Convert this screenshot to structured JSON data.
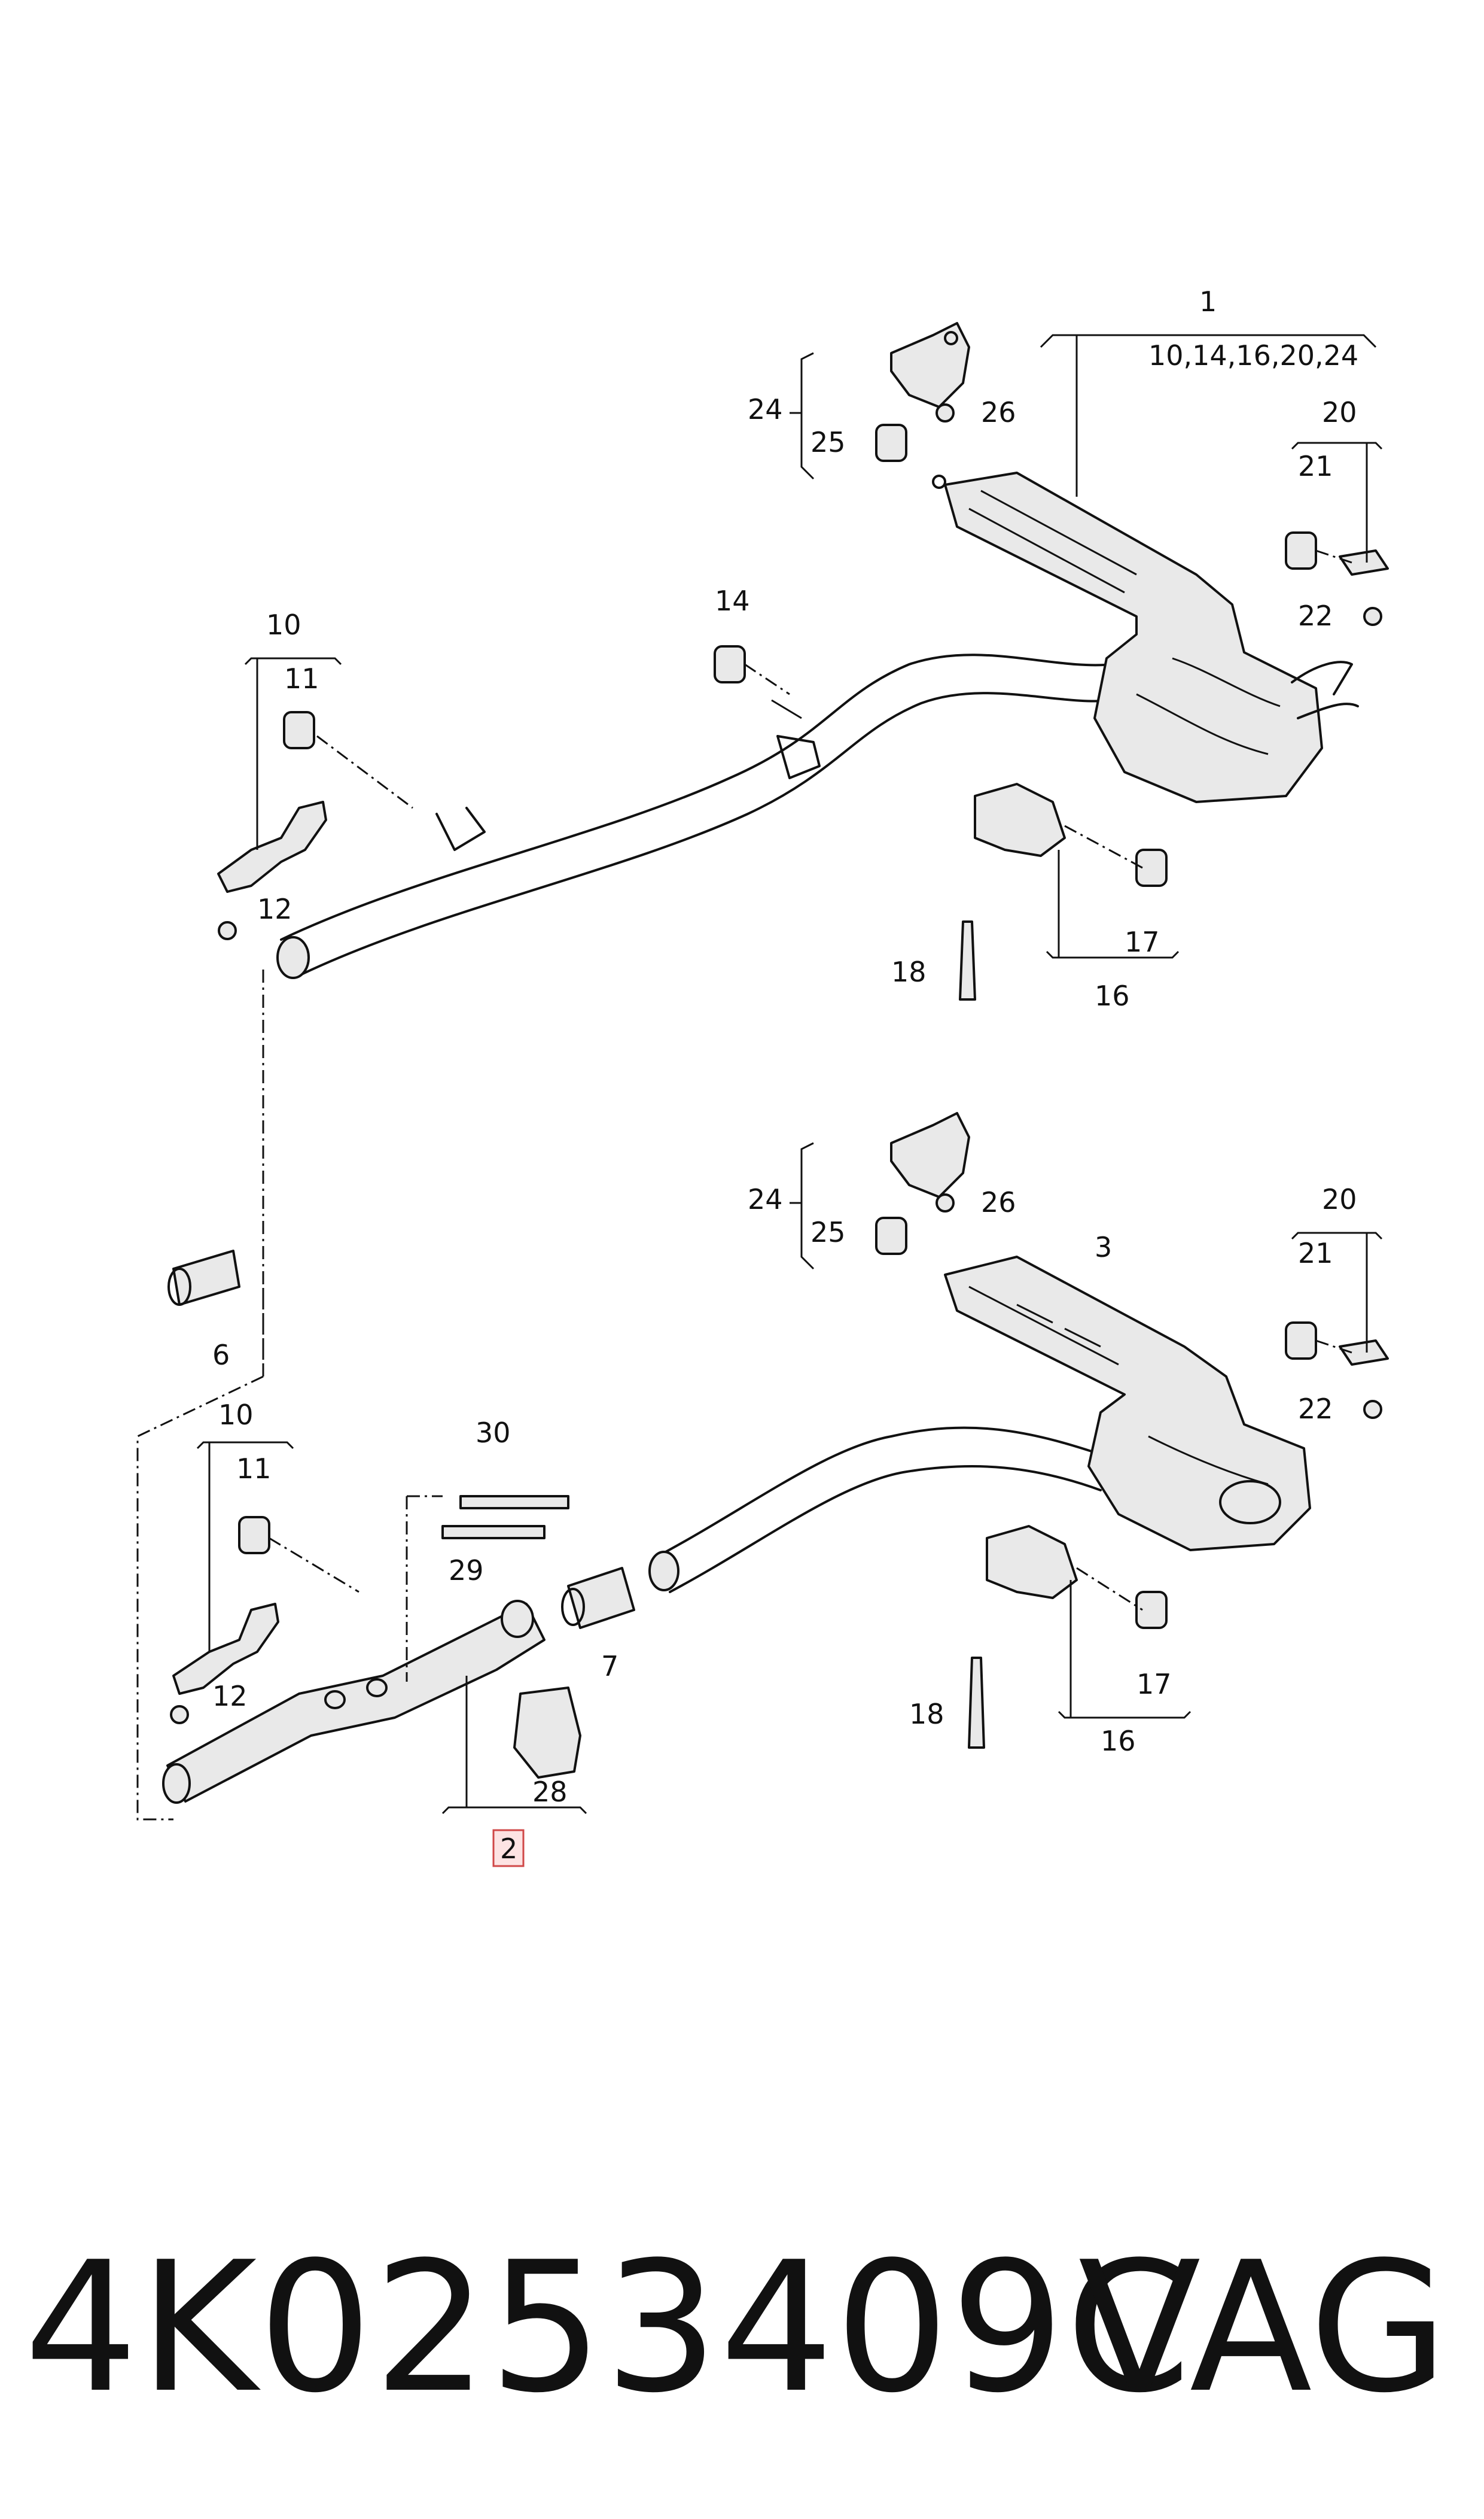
{
  "diagram": {
    "callouts_upper": {
      "c1": "1",
      "c1_sub": "10,14,16,20,24",
      "c24": "24",
      "c25": "25",
      "c26": "26",
      "c20": "20",
      "c21": "21",
      "c22": "22",
      "c14": "14",
      "c10": "10",
      "c11": "11",
      "c12": "12",
      "c16": "16",
      "c17": "17",
      "c18": "18"
    },
    "callouts_lower": {
      "c24": "24",
      "c25": "25",
      "c26": "26",
      "c3": "3",
      "c20": "20",
      "c21": "21",
      "c22": "22",
      "c6": "6",
      "c10": "10",
      "c11": "11",
      "c12": "12",
      "c30": "30",
      "c29": "29",
      "c7": "7",
      "c28": "28",
      "c2": "2",
      "c16": "16",
      "c17": "17",
      "c18": "18"
    }
  },
  "footer": {
    "part_number": "4K0253409C",
    "brand": "VAG"
  },
  "colors": {
    "line": "#111111",
    "highlight_border": "#d04848",
    "highlight_fill": "#fde3e3"
  }
}
